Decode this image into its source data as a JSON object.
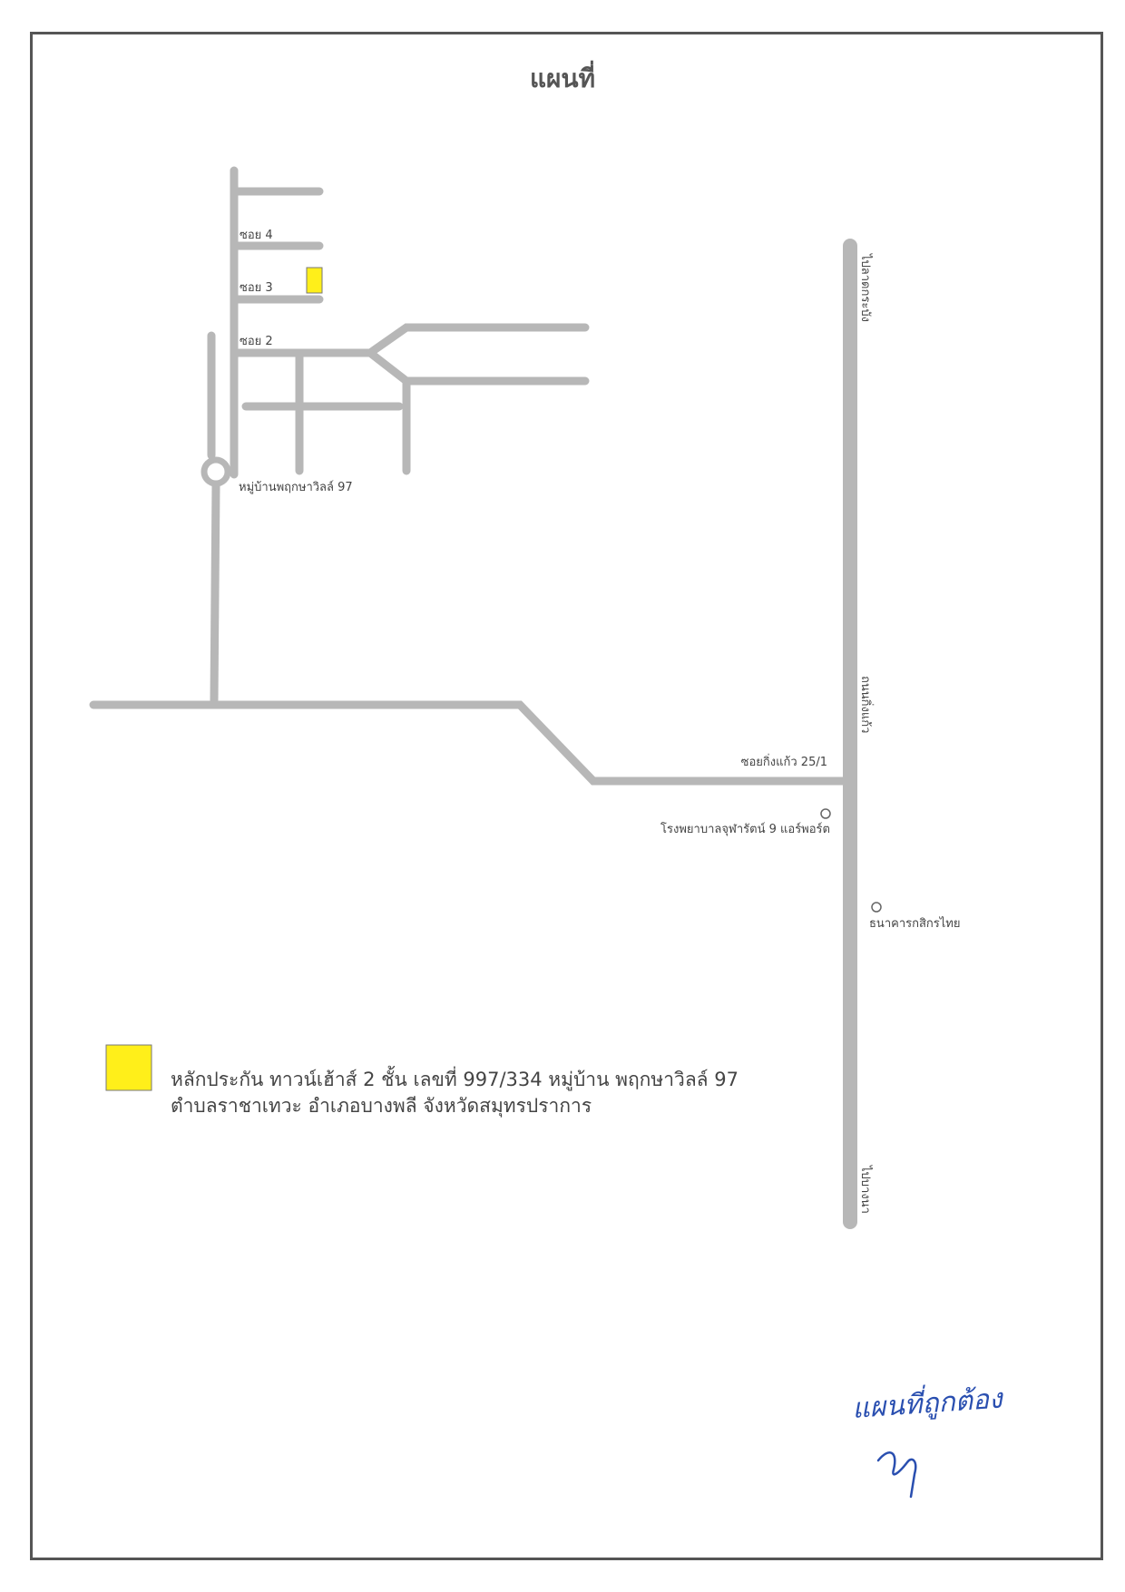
{
  "title": "แผนที่",
  "labels": {
    "soi4": "ซอย 4",
    "soi3": "ซอย 3",
    "soi2": "ซอย 2",
    "village": "หมู่บ้านพฤกษาวิลล์ 97",
    "soi_kingkaew": "ซอยกิ่งแก้ว 25/1",
    "hospital": "โรงพยาบาลจุฬารัตน์ 9 แอร์พอร์ต",
    "bank": "ธนาคารกสิกรไทย",
    "to_latkrabang": "ไปลาดกระบัง",
    "kingkaew_road": "ถนนกิ่งแก้ว",
    "to_bangna": "ไปบางนา"
  },
  "legend": {
    "line1": "หลักประกัน  ทาวน์เฮ้าส์ 2 ชั้น  เลขที่ 997/334  หมู่บ้าน พฤกษาวิลล์ 97",
    "line2": "ตำบลราชาเทวะ  อำเภอบางพลี  จังหวัดสมุทรปราการ",
    "marker_color": "#ffef1a"
  },
  "annotation": {
    "handwritten": "แผนที่ถูกต้อง"
  },
  "colors": {
    "road": "#b7b7b7",
    "frame": "#555555",
    "signature": "#2a4fb0"
  }
}
